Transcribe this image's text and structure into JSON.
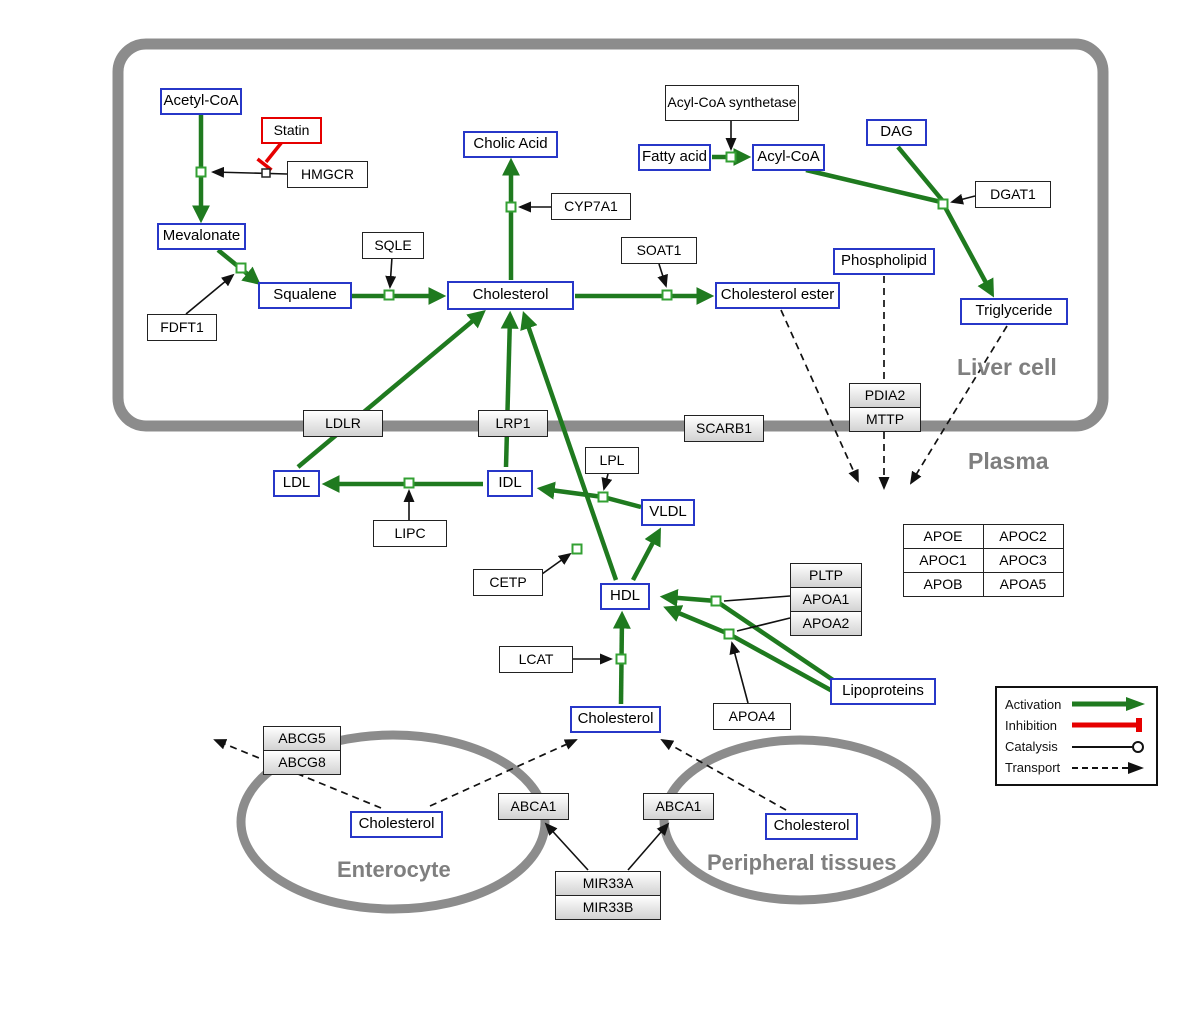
{
  "regions": {
    "liver_cell": "Liver cell",
    "plasma": "Plasma",
    "enterocyte": "Enterocyte",
    "peripheral_tissues": "Peripheral tissues"
  },
  "nodes": {
    "acetyl_coa": "Acetyl-CoA",
    "statin": "Statin",
    "hmgcr": "HMGCR",
    "mevalonate": "Mevalonate",
    "fdft1": "FDFT1",
    "squalene": "Squalene",
    "sqle": "SQLE",
    "cholesterol_liver": "Cholesterol",
    "cholic_acid": "Cholic Acid",
    "cyp7a1": "CYP7A1",
    "soat1": "SOAT1",
    "cholesterol_ester": "Cholesterol ester",
    "acyl_coa_synthetase": "Acyl-CoA synthetase",
    "fatty_acid": "Fatty acid",
    "acyl_coa": "Acyl-CoA",
    "dag": "DAG",
    "dgat1": "DGAT1",
    "phospholipid": "Phospholipid",
    "triglyceride": "Triglyceride",
    "pdia2": "PDIA2",
    "mttp": "MTTP",
    "ldlr": "LDLR",
    "lrp1": "LRP1",
    "scarb1": "SCARB1",
    "ldl": "LDL",
    "idl": "IDL",
    "lipc": "LIPC",
    "lpl": "LPL",
    "vldl": "VLDL",
    "cetp": "CETP",
    "hdl": "HDL",
    "lcat": "LCAT",
    "pltp": "PLTP",
    "apoa1": "APOA1",
    "apoa2": "APOA2",
    "apoa4": "APOA4",
    "lipoproteins": "Lipoproteins",
    "cholesterol_plasma": "Cholesterol",
    "abcg5": "ABCG5",
    "abcg8": "ABCG8",
    "cholesterol_enterocyte": "Cholesterol",
    "abca1_enterocyte": "ABCA1",
    "abca1_peripheral": "ABCA1",
    "cholesterol_peripheral": "Cholesterol",
    "mir33a": "MIR33A",
    "mir33b": "MIR33B"
  },
  "apolipoprotein_table": {
    "rows": [
      [
        "APOE",
        "APOC2"
      ],
      [
        "APOC1",
        "APOC3"
      ],
      [
        "APOB",
        "APOA5"
      ]
    ]
  },
  "legend": {
    "activation": "Activation",
    "inhibition": "Inhibition",
    "catalysis": "Catalysis",
    "transport": "Transport"
  },
  "colors": {
    "activation_green": "#1f7a1f",
    "inhibition_red": "#e60000",
    "metabolite_border_blue": "#2737c8",
    "membrane_gray": "#8c8c8c"
  }
}
